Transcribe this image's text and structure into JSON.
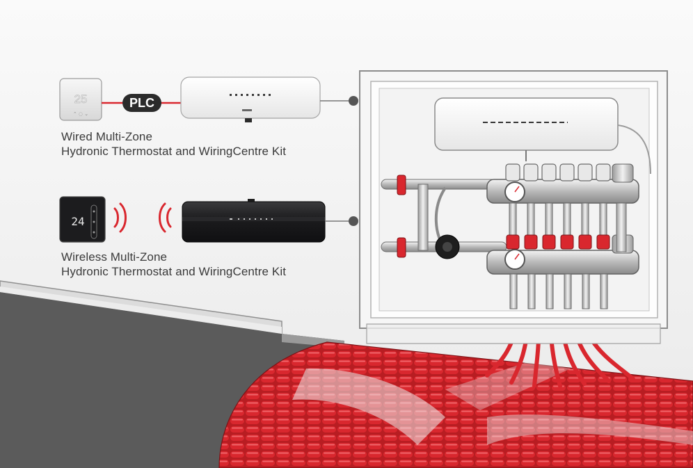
{
  "wired_kit": {
    "badge": "PLC",
    "thermostat_display": "25",
    "caption_line1": "Wired Multi-Zone",
    "caption_line2": "Hydronic Thermostat and WiringCentre Kit"
  },
  "wireless_kit": {
    "thermostat_display": "24",
    "caption_line1": "Wireless Multi-Zone",
    "caption_line2": "Hydronic Thermostat and WiringCentre Kit"
  },
  "colors": {
    "pipe_red": "#d9272e",
    "badge_bg": "#2b2b2b",
    "wall": "#f1f1f1",
    "floor_dark": "#5e5e5e",
    "wireless_hub": "#1d1d1f"
  },
  "icons": {
    "signal": "radio-waves-icon",
    "connector": "connector-dot-icon"
  }
}
